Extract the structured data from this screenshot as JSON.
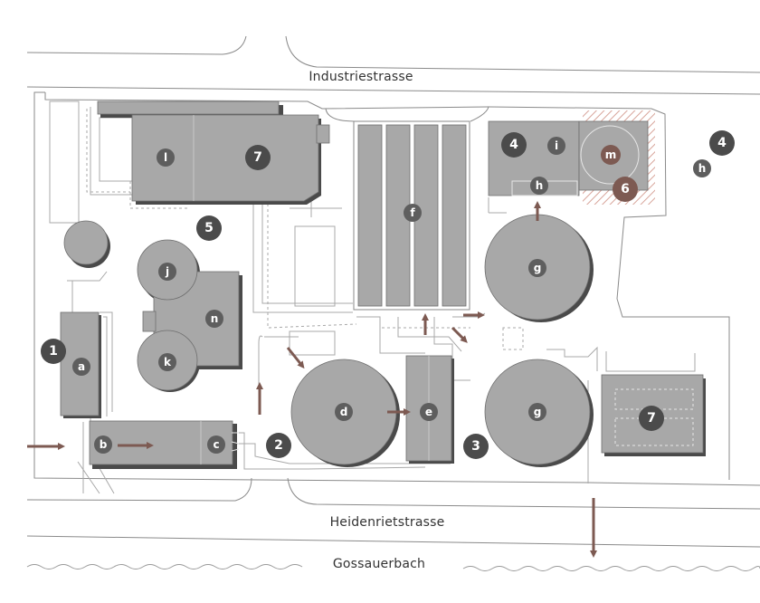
{
  "streets": {
    "north": "Industriestrasse",
    "south": "Heidenrietstrasse",
    "creek": "Gossauerbach"
  },
  "colors": {
    "building": "#a8a8a8",
    "building_shadow": "#4a4a4a",
    "outline": "#8a8a8a",
    "marker_dark": "#4b4b4b",
    "marker_mid": "#5e5e5e",
    "accent": "#7d5a52",
    "hatch": "#d8a59b"
  },
  "markers": {
    "zones": {
      "z1": "1",
      "z2": "2",
      "z3": "3",
      "z4a": "4",
      "z4b": "4",
      "z5": "5",
      "z6": "6",
      "z7a": "7",
      "z7b": "7"
    },
    "units": {
      "a": "a",
      "b": "b",
      "c": "c",
      "d": "d",
      "e": "e",
      "f": "f",
      "g1": "g",
      "g2": "g",
      "h1": "h",
      "h2": "h",
      "i": "i",
      "j": "j",
      "k": "k",
      "l": "l",
      "m": "m",
      "n": "n"
    }
  }
}
